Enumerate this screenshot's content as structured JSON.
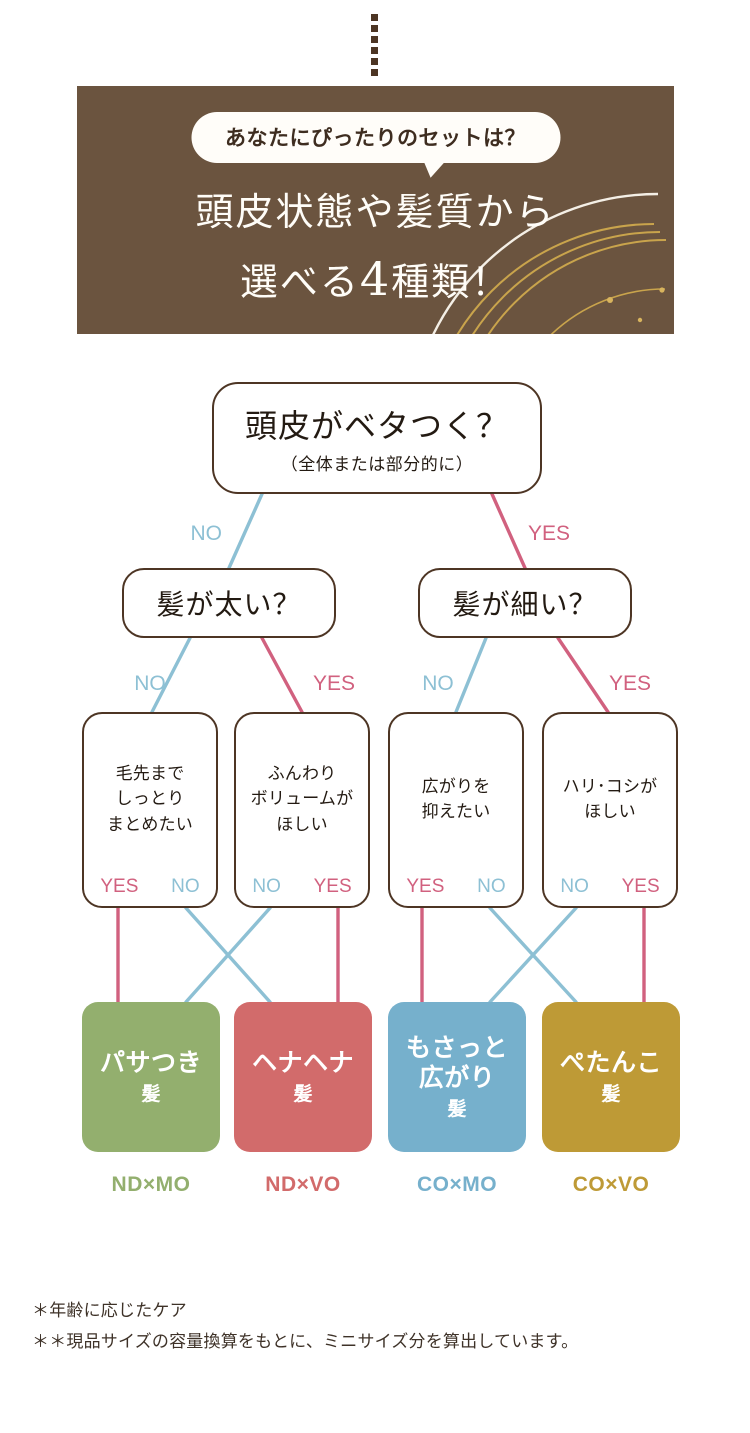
{
  "banner": {
    "bubble_label": "あなたにぴったりのセットは？",
    "headline_line1": "頭皮状態や髪質から",
    "headline_line2_pre": "選べる",
    "headline_line2_num": "4",
    "headline_line2_post": "種類！",
    "bg_color": "#6b543f",
    "deco_color": "#c9a44c"
  },
  "colors": {
    "yes": "#d1617f",
    "no": "#8dc0d4",
    "outline": "#4d3524",
    "green": "#93af6e",
    "red": "#d26b6b",
    "blue": "#76b0cc",
    "gold": "#be9a36"
  },
  "flow": {
    "root": {
      "question": "頭皮がベタつく？",
      "subtext": "（全体または部分的に）",
      "branch_left_label": "NO",
      "branch_right_label": "YES"
    },
    "level2": [
      {
        "question": "髪が太い？",
        "left_label": "NO",
        "right_label": "YES"
      },
      {
        "question": "髪が細い？",
        "left_label": "NO",
        "right_label": "YES"
      }
    ],
    "level3": [
      {
        "lines": [
          "毛先まで",
          "しっとり",
          "まとめたい"
        ],
        "left_label": "YES",
        "right_label": "NO",
        "left_kind": "yes",
        "right_kind": "no"
      },
      {
        "lines": [
          "ふんわり",
          "ボリュームが",
          "ほしい"
        ],
        "left_label": "NO",
        "right_label": "YES",
        "left_kind": "no",
        "right_kind": "yes"
      },
      {
        "lines": [
          "広がりを",
          "抑えたい"
        ],
        "left_label": "YES",
        "right_label": "NO",
        "left_kind": "yes",
        "right_kind": "no"
      },
      {
        "lines": [
          "ハリ･コシが",
          "ほしい"
        ],
        "left_label": "NO",
        "right_label": "YES",
        "left_kind": "no",
        "right_kind": "yes"
      }
    ],
    "results": [
      {
        "main": "パサつき",
        "sub": "髪",
        "code": "ND×MO",
        "color": "#93af6e"
      },
      {
        "main": "ヘナヘナ",
        "sub": "髪",
        "code": "ND×VO",
        "color": "#d26b6b"
      },
      {
        "main": "もさっと\n広がり",
        "sub": "髪",
        "code": "CO×MO",
        "color": "#76b0cc"
      },
      {
        "main": "ぺたんこ",
        "sub": "髪",
        "code": "CO×VO",
        "color": "#be9a36"
      }
    ]
  },
  "notes": {
    "note1": "＊年齢に応じたケア",
    "note2": "＊＊現品サイズの容量換算をもとに、ミニサイズ分を算出しています。"
  }
}
